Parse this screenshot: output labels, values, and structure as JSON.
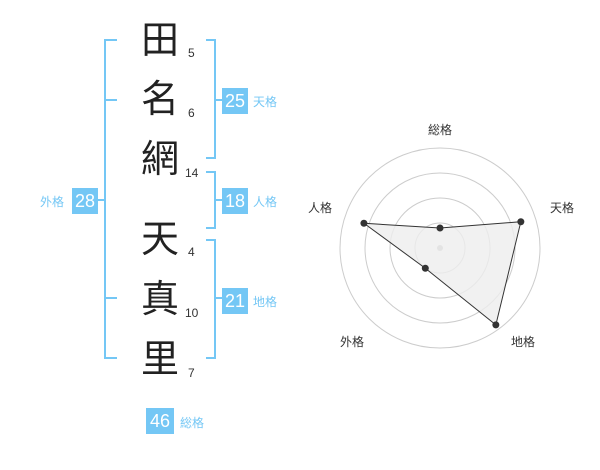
{
  "name": {
    "chars": [
      {
        "char": "田",
        "strokes": "5"
      },
      {
        "char": "名",
        "strokes": "6"
      },
      {
        "char": "網",
        "strokes": "14"
      },
      {
        "char": "天",
        "strokes": "4"
      },
      {
        "char": "真",
        "strokes": "10"
      },
      {
        "char": "里",
        "strokes": "7"
      }
    ]
  },
  "kaku": {
    "tenkaku": {
      "value": "25",
      "label": "天格"
    },
    "jinkaku": {
      "value": "18",
      "label": "人格"
    },
    "chikaku": {
      "value": "21",
      "label": "地格"
    },
    "gaikaku": {
      "value": "28",
      "label": "外格"
    },
    "soukaku": {
      "value": "46",
      "label": "総格"
    }
  },
  "radar": {
    "axes": [
      "総格",
      "天格",
      "地格",
      "外格",
      "人格"
    ],
    "levels": 4,
    "values": [
      0.2,
      0.85,
      0.95,
      0.25,
      0.8
    ],
    "colors": {
      "ring": "#cccccc",
      "fill": "#eeeeee",
      "line": "#333333",
      "center": "#bbbbbb"
    }
  },
  "colors": {
    "accent": "#74c7f5"
  }
}
